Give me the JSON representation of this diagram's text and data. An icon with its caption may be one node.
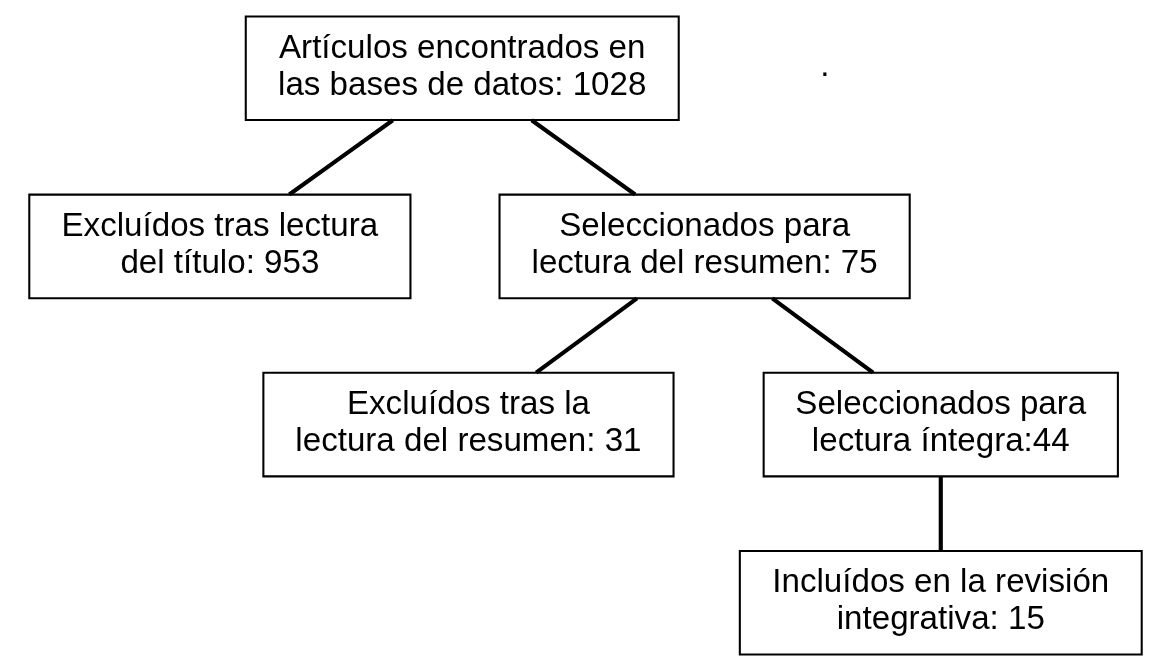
{
  "diagram": {
    "nodes": [
      {
        "text": [
          "Artículos encontrados en las bases de datos: 1028"
        ]
      },
      {
        "text": [
          "Excluídos tras lectura del título: 953"
        ]
      },
      {
        "text": [
          "Seleccionados para lectura del resumen: 75"
        ]
      },
      {
        "text": [
          "Excluídos tras la lectura del resumen: 31"
        ]
      },
      {
        "text": [
          "Seleccionados para lectura íntegra:44"
        ]
      },
      {
        "text": [
          "Incluídos en la revisión integrativa: 15"
        ]
      }
    ],
    "edges": [
      {
        "from": 0,
        "to": 1,
        "arrow": "none"
      },
      {
        "from": 0,
        "to": 2,
        "arrow": "none"
      },
      {
        "from": 2,
        "to": 3,
        "arrow": "none"
      },
      {
        "from": 2,
        "to": 4,
        "arrow": "none"
      },
      {
        "from": 4,
        "to": 5,
        "arrow": "none"
      }
    ],
    "labels": [
      "."
    ]
  }
}
